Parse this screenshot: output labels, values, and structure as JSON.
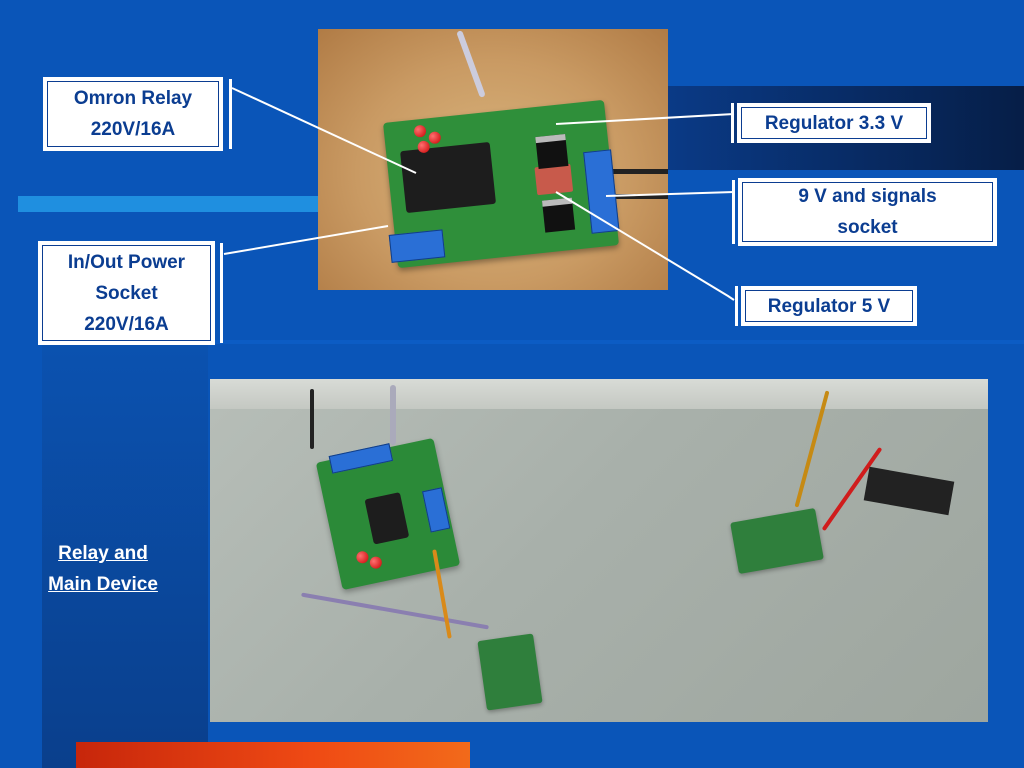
{
  "callouts": {
    "omron_relay": "Omron Relay\n220V/16A",
    "in_out_socket": "In/Out Power\nSocket\n220V/16A",
    "regulator_33": "Regulator 3.3 V",
    "signals_socket": "9 V and signals\nsocket",
    "regulator_5": "Regulator 5 V"
  },
  "link": {
    "relay_main_device": "Relay and\nMain Device"
  },
  "colors": {
    "background": "#0a55b8",
    "callout_text": "#0b3d91",
    "bottom_bar": "#e5401a",
    "cyan_bar": "#1f8fe0"
  },
  "images": {
    "top": "pcb-relay-board-photo",
    "bottom": "relay-and-main-device-photo"
  }
}
